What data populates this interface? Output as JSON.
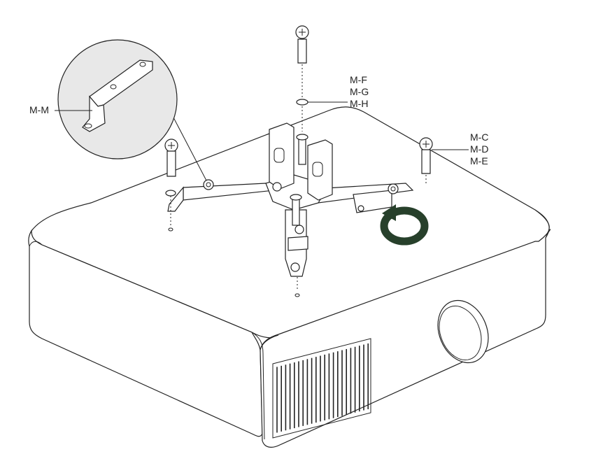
{
  "labels": {
    "callout_bracket": "M-M",
    "center_top": [
      "M-F",
      "M-G",
      "M-H"
    ],
    "right_screw": [
      "M-C",
      "M-D",
      "M-E"
    ]
  },
  "colors": {
    "rotation_arrow": "#27402b",
    "detail_circle": "#e8e8e8",
    "line": "#222222"
  },
  "icons": {
    "rotation": "clockwise-rotation-arrow-icon"
  }
}
